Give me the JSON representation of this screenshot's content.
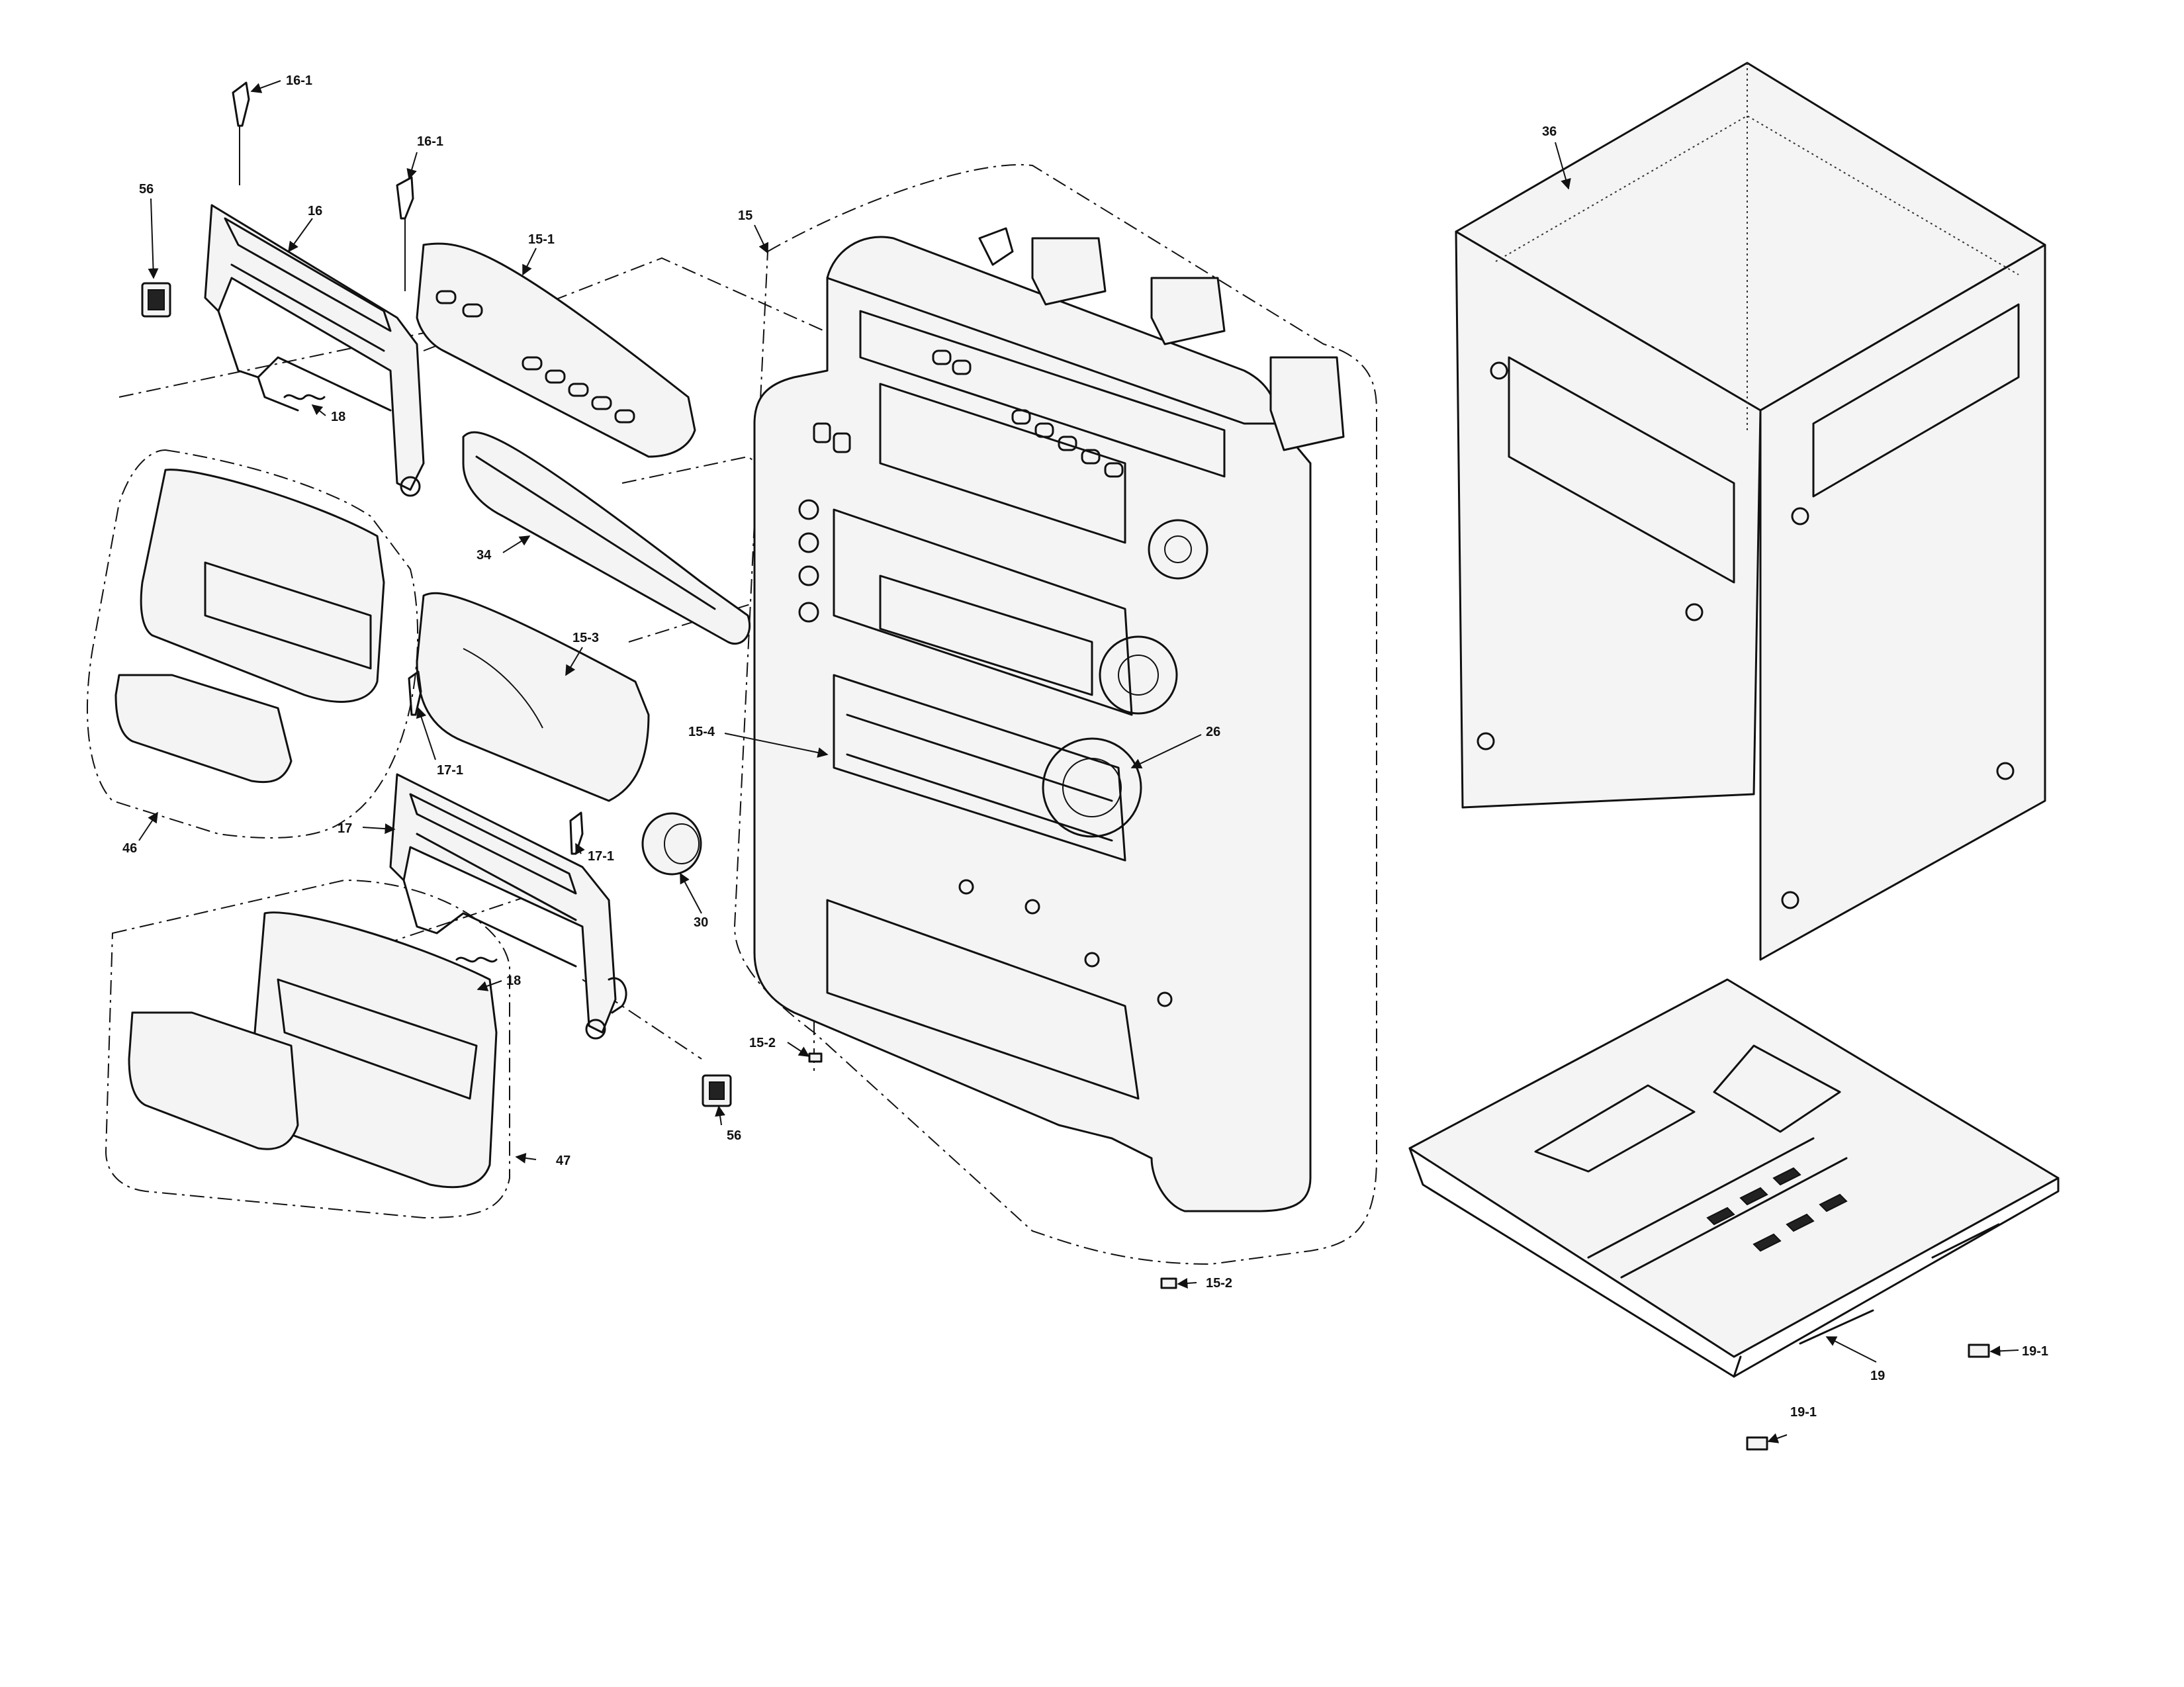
{
  "labels": {
    "l16_1a": "16-1",
    "l16_1b": "16-1",
    "l56a": "56",
    "l16": "16",
    "l15_1": "15-1",
    "l15": "15",
    "l36": "36",
    "l18a": "18",
    "l34": "34",
    "l15_3": "15-3",
    "l15_4": "15-4",
    "l26": "26",
    "l17_1a": "17-1",
    "l17_1b": "17-1",
    "l17": "17",
    "l46": "46",
    "l30": "30",
    "l18b": "18",
    "l15_2a": "15-2",
    "l56b": "56",
    "l47": "47",
    "l15_2b": "15-2",
    "l19": "19",
    "l19_1a": "19-1",
    "l19_1b": "19-1"
  }
}
